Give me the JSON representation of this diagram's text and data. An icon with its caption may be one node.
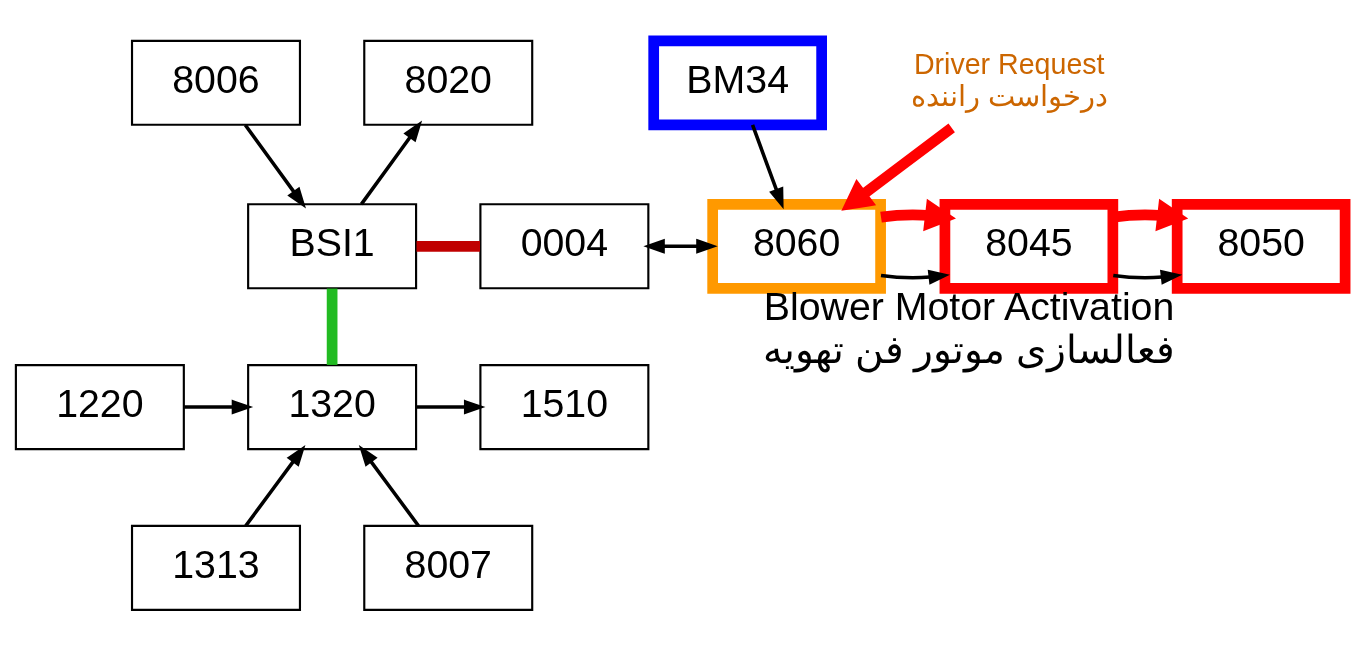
{
  "diagram": {
    "nodes": [
      {
        "text": [
          "8006"
        ]
      },
      {
        "text": [
          "BM34"
        ]
      },
      {
        "text": [
          "8020"
        ]
      },
      {
        "text": [
          "BSI1"
        ]
      },
      {
        "text": [
          "0004"
        ]
      },
      {
        "text": [
          "8060"
        ]
      },
      {
        "text": [
          "8045"
        ]
      },
      {
        "text": [
          "8050"
        ],
        "beside": [
          "Blower Motor Activation",
          "فعالسازی موتور فن تهویه"
        ]
      },
      {
        "text": [
          "1220"
        ]
      },
      {
        "text": [
          "1320"
        ]
      },
      {
        "text": [
          "1510"
        ]
      },
      {
        "text": [
          "1313"
        ]
      },
      {
        "text": [
          "8007"
        ]
      },
      {
        "text": [
          "Driver Request",
          "درخواست راننده"
        ]
      }
    ],
    "edges": [
      {
        "from": 0,
        "to": 3,
        "arrow": "to"
      },
      {
        "from": 3,
        "to": 2,
        "arrow": "to"
      },
      {
        "from": 1,
        "to": 5,
        "arrow": "to"
      },
      {
        "from": 3,
        "to": 4,
        "arrow": "none",
        "style": "thick",
        "color": "#c00000"
      },
      {
        "from": 4,
        "to": 5,
        "arrow": "both"
      },
      {
        "from": 5,
        "to": 6,
        "arrow": "to"
      },
      {
        "from": 6,
        "to": 7,
        "arrow": "to"
      },
      {
        "from": 13,
        "to": 5,
        "arrow": "to",
        "style": "thick",
        "color": "#ff0000"
      },
      {
        "from": 5,
        "to": 6,
        "arrow": "to",
        "style": "thick",
        "color": "#ff0000"
      },
      {
        "from": 6,
        "to": 7,
        "arrow": "to",
        "style": "thick",
        "color": "#ff0000"
      },
      {
        "from": 3,
        "to": 9,
        "arrow": "none",
        "style": "thick",
        "color": "#22bb22"
      },
      {
        "from": 8,
        "to": 9,
        "arrow": "to"
      },
      {
        "from": 9,
        "to": 10,
        "arrow": "to"
      },
      {
        "from": 11,
        "to": 9,
        "arrow": "to"
      },
      {
        "from": 12,
        "to": 9,
        "arrow": "to"
      }
    ]
  }
}
